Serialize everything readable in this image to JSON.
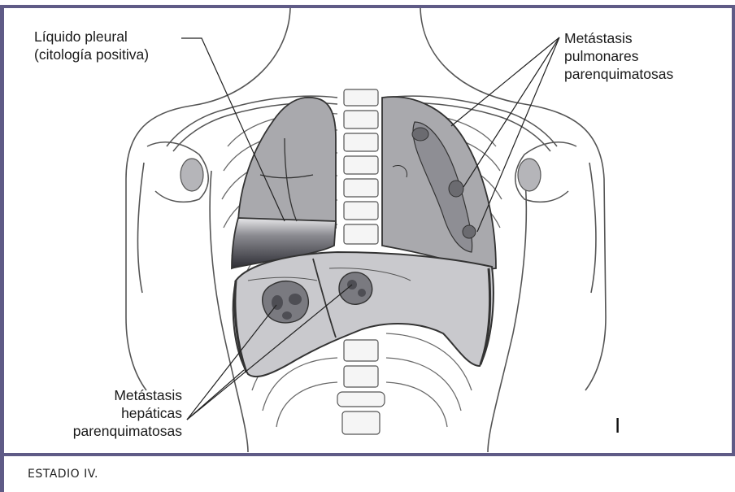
{
  "figure": {
    "label_pleural_fluid": [
      "Líquido pleural",
      "(citología positiva)"
    ],
    "label_lung_metastases": [
      "Metástasis",
      "pulmonares",
      "parenquimatosas"
    ],
    "label_liver_metastases": [
      "Metástasis",
      "hepáticas",
      "parenquimatosas"
    ],
    "stage_numeral": "I"
  },
  "caption": "ESTADIO IV.",
  "colors": {
    "frame": "#5f5b86",
    "lung_fill": "#a9a9ad",
    "liver_fill": "#c9c9cd",
    "outline": "#333333",
    "metastasis_fill": "#6b6b70"
  }
}
